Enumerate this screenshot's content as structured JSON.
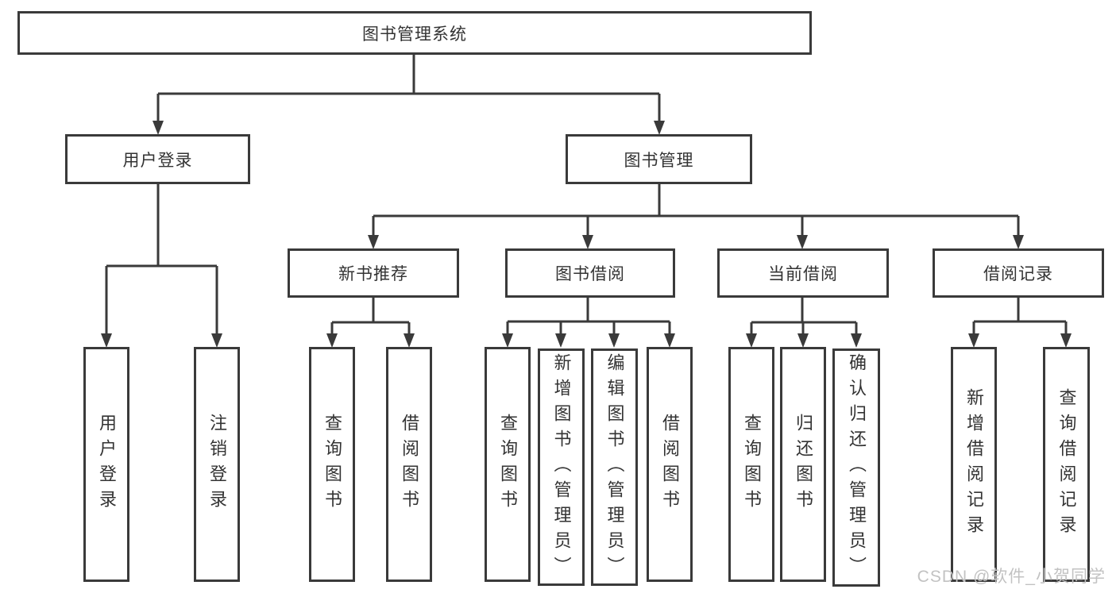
{
  "tree": {
    "label": "图书管理系统",
    "children": [
      {
        "label": "用户登录",
        "children": [
          {
            "label": "用户登录"
          },
          {
            "label": "注销登录"
          }
        ]
      },
      {
        "label": "图书管理",
        "children": [
          {
            "label": "新书推荐",
            "children": [
              {
                "label": "查询图书"
              },
              {
                "label": "借阅图书"
              }
            ]
          },
          {
            "label": "图书借阅",
            "children": [
              {
                "label": "查询图书"
              },
              {
                "label": "新增图书（管理员）"
              },
              {
                "label": "编辑图书（管理员）"
              },
              {
                "label": "借阅图书"
              }
            ]
          },
          {
            "label": "当前借阅",
            "children": [
              {
                "label": "查询图书"
              },
              {
                "label": "归还图书"
              },
              {
                "label": "确认归还（管理员）"
              }
            ]
          },
          {
            "label": "借阅记录",
            "children": [
              {
                "label": "新增借阅记录"
              },
              {
                "label": "查询借阅记录"
              }
            ]
          }
        ]
      }
    ]
  },
  "watermark": {
    "text": "CSDN @软件_小贺同学"
  },
  "colors": {
    "line": "#3a3a3a",
    "text": "#333333",
    "watermark": "#c2c2c2",
    "background": "#ffffff"
  }
}
